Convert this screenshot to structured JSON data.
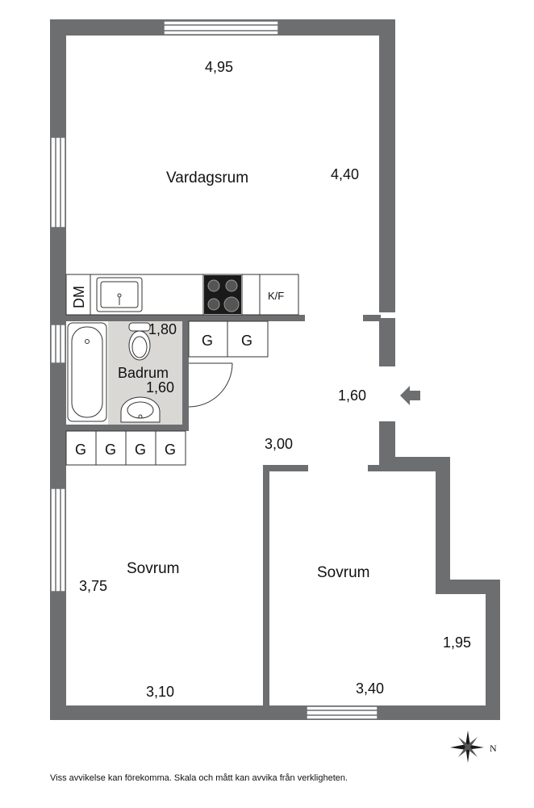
{
  "rooms": {
    "living": "Vardagsrum",
    "bathroom": "Badrum",
    "bedroom_left": "Sovrum",
    "bedroom_right": "Sovrum"
  },
  "dimensions": {
    "living_width": "4,95",
    "living_depth": "4,40",
    "bath_width": "1,80",
    "bath_depth": "1,60",
    "hall_width": "1,60",
    "hall_length": "3,00",
    "bedroom_left_depth": "3,75",
    "bedroom_left_width": "3,10",
    "bedroom_right_width": "3,40",
    "bedroom_right_niche": "1,95"
  },
  "fixtures": {
    "dishwasher": "DM",
    "fridge_freezer": "K/F",
    "wardrobe": "G"
  },
  "compass": {
    "north": "N"
  },
  "disclaimer": "Viss avvikelse kan förekomma. Skala och mått kan avvika från verkligheten.",
  "colors": {
    "wall": "#6d6e70",
    "bathroom_floor": "#dad8d5",
    "entrance_arrow": "#6d6e70"
  }
}
